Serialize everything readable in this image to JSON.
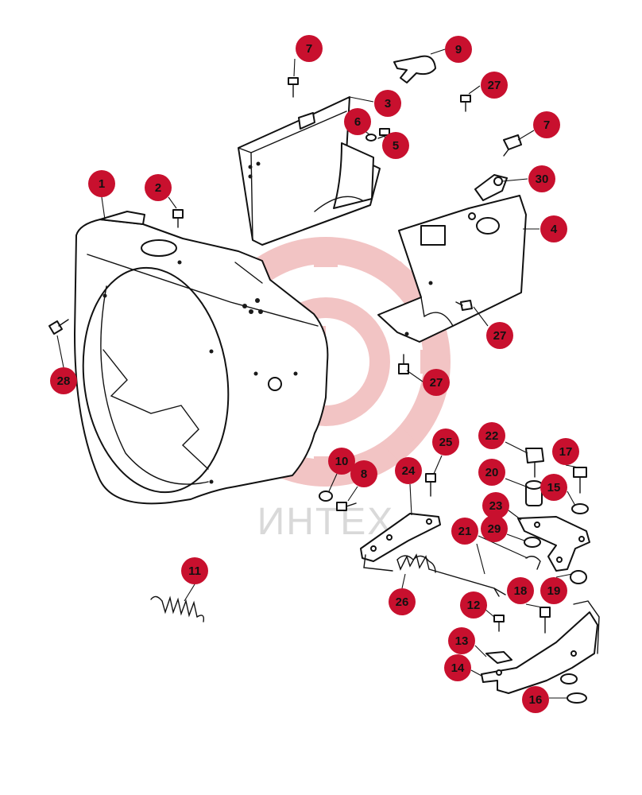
{
  "watermark": {
    "text": "ИНТЕХ",
    "color": "#f2c4c4",
    "text_color": "#d9d9d9"
  },
  "callout_color": "#c8102e",
  "callouts": [
    {
      "label": "7"
    },
    {
      "label": "9"
    },
    {
      "label": "27"
    },
    {
      "label": "3"
    },
    {
      "label": "6"
    },
    {
      "label": "5"
    },
    {
      "label": "7"
    },
    {
      "label": "30"
    },
    {
      "label": "1"
    },
    {
      "label": "2"
    },
    {
      "label": "4"
    },
    {
      "label": "27"
    },
    {
      "label": "28"
    },
    {
      "label": "27"
    },
    {
      "label": "22"
    },
    {
      "label": "25"
    },
    {
      "label": "17"
    },
    {
      "label": "10"
    },
    {
      "label": "8"
    },
    {
      "label": "24"
    },
    {
      "label": "20"
    },
    {
      "label": "15"
    },
    {
      "label": "23"
    },
    {
      "label": "29"
    },
    {
      "label": "21"
    },
    {
      "label": "11"
    },
    {
      "label": "19"
    },
    {
      "label": "18"
    },
    {
      "label": "12"
    },
    {
      "label": "26"
    },
    {
      "label": "13"
    },
    {
      "label": "14"
    },
    {
      "label": "16"
    }
  ]
}
